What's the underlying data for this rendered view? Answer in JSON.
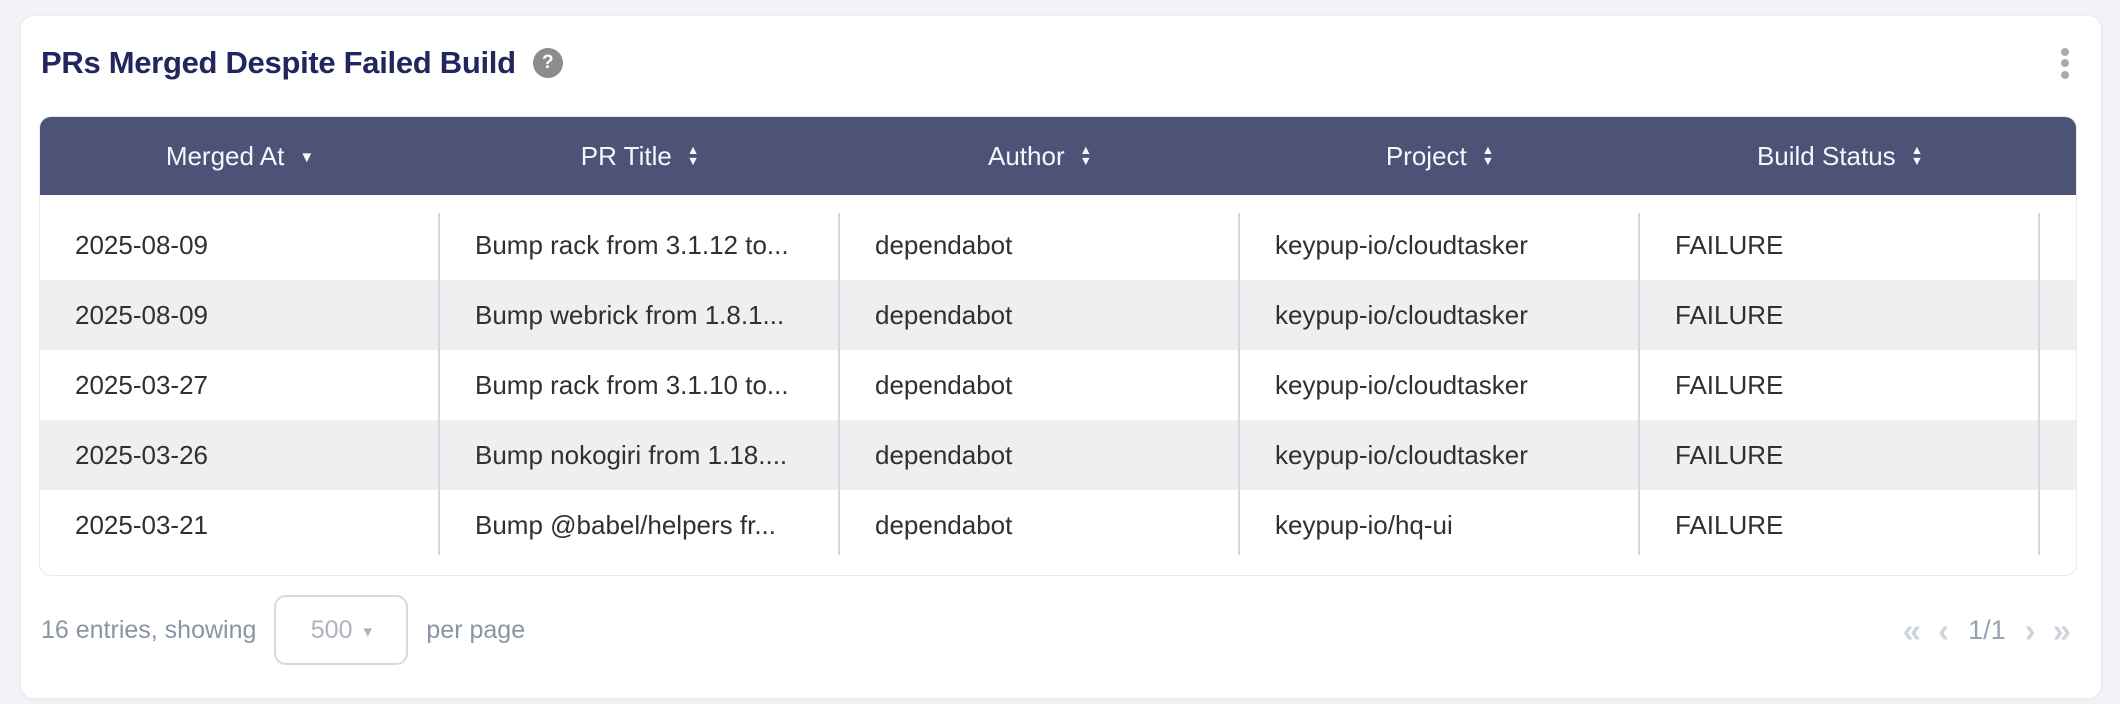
{
  "card": {
    "title": "PRs Merged Despite Failed Build",
    "help_glyph": "?"
  },
  "icons": {
    "sort_asc": "▲",
    "sort_desc": "▼",
    "caret_down": "▾",
    "help": "question-mark",
    "menu": "kebab-vertical"
  },
  "colors": {
    "header_bg": "#4d5277",
    "title_text": "#23265e",
    "link_blue": "#4678e8",
    "alt_row_bg": "#efeff1",
    "muted_text": "#8b94a3"
  },
  "table": {
    "columns": [
      {
        "label": "Merged At",
        "sort": "desc"
      },
      {
        "label": "PR Title",
        "sort": "sortable"
      },
      {
        "label": "Author",
        "sort": "sortable"
      },
      {
        "label": "Project",
        "sort": "sortable"
      },
      {
        "label": "Build Status",
        "sort": "sortable"
      },
      {
        "label": "",
        "sort": "none"
      }
    ],
    "rows": [
      {
        "merged_at": "2025-08-09",
        "pr_title": "Bump rack from 3.1.12 to...",
        "author": "dependabot",
        "project": "keypup-io/cloudtasker",
        "build_status": "FAILURE",
        "link": "h"
      },
      {
        "merged_at": "2025-08-09",
        "pr_title": "Bump webrick from 1.8.1...",
        "author": "dependabot",
        "project": "keypup-io/cloudtasker",
        "build_status": "FAILURE",
        "link": "h"
      },
      {
        "merged_at": "2025-03-27",
        "pr_title": "Bump rack from 3.1.10 to...",
        "author": "dependabot",
        "project": "keypup-io/cloudtasker",
        "build_status": "FAILURE",
        "link": "h"
      },
      {
        "merged_at": "2025-03-26",
        "pr_title": "Bump nokogiri from 1.18....",
        "author": "dependabot",
        "project": "keypup-io/cloudtasker",
        "build_status": "FAILURE",
        "link": "h"
      },
      {
        "merged_at": "2025-03-21",
        "pr_title": "Bump @babel/helpers fr...",
        "author": "dependabot",
        "project": "keypup-io/hq-ui",
        "build_status": "FAILURE",
        "link": "h"
      }
    ]
  },
  "footer": {
    "entries_text": "16 entries, showing",
    "page_size": "500",
    "per_page_text": "per page",
    "pagination": {
      "first": "«",
      "prev": "‹",
      "page_indicator": "1/1",
      "next": "›",
      "last": "»"
    }
  }
}
